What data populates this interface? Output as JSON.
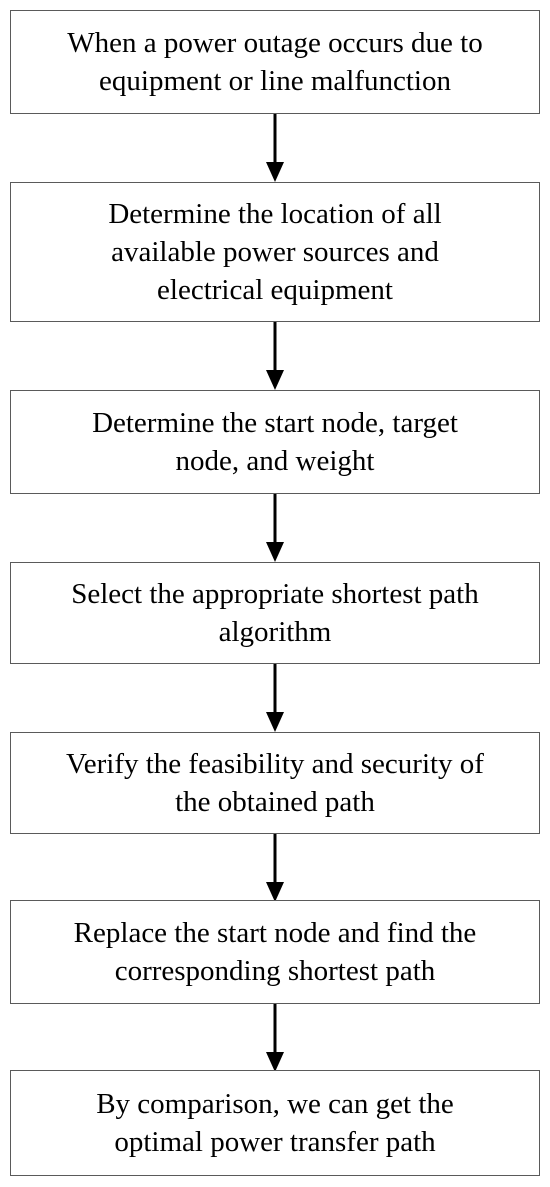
{
  "flowchart": {
    "steps": [
      {
        "text": "When a power outage occurs due to\nequipment or line malfunction"
      },
      {
        "text": "Determine the location of all\navailable power sources and\nelectrical equipment"
      },
      {
        "text": "Determine the start node, target\nnode, and weight"
      },
      {
        "text": "Select the appropriate shortest path\nalgorithm"
      },
      {
        "text": "Verify the feasibility and security of\nthe obtained path"
      },
      {
        "text": "Replace the start node and find the\ncorresponding shortest path"
      },
      {
        "text": "By comparison, we can get the\noptimal power transfer path"
      }
    ],
    "colors": {
      "border": "#5a5a5a",
      "arrow": "#000000",
      "text": "#000000",
      "background": "#ffffff"
    }
  }
}
